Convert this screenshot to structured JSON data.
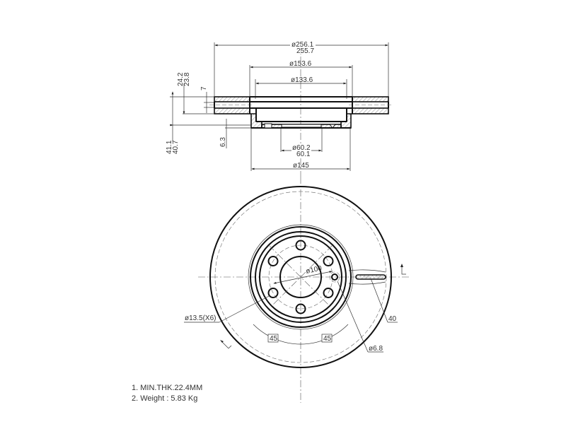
{
  "side_view": {
    "dim_outer_diameter_max": "256.1",
    "dim_outer_diameter_min": "255.7",
    "dim_hat_diameter": "153.6",
    "dim_inner_diameter": "133.6",
    "dim_bore_max": "60.2",
    "dim_bore_min": "60.1",
    "dim_hub_diameter": "145",
    "dim_thickness_max": "24.2",
    "dim_thickness_min": "23.8",
    "dim_vent_gap": "7",
    "dim_height_max": "41.1",
    "dim_height_min": "40.7",
    "dim_hub_thickness": "6.3"
  },
  "front_view": {
    "dim_bolt_circle": "100",
    "dim_bolt_holes": "13.5(X6)",
    "dim_angle_left": "45",
    "dim_angle_right": "45",
    "dim_small_hole": "6.8",
    "dim_slot": "40"
  },
  "notes": [
    "1. MIN.THK.22.4MM",
    "2. Weight : 5.83 Kg"
  ],
  "symbols": {
    "phi": "ø"
  }
}
